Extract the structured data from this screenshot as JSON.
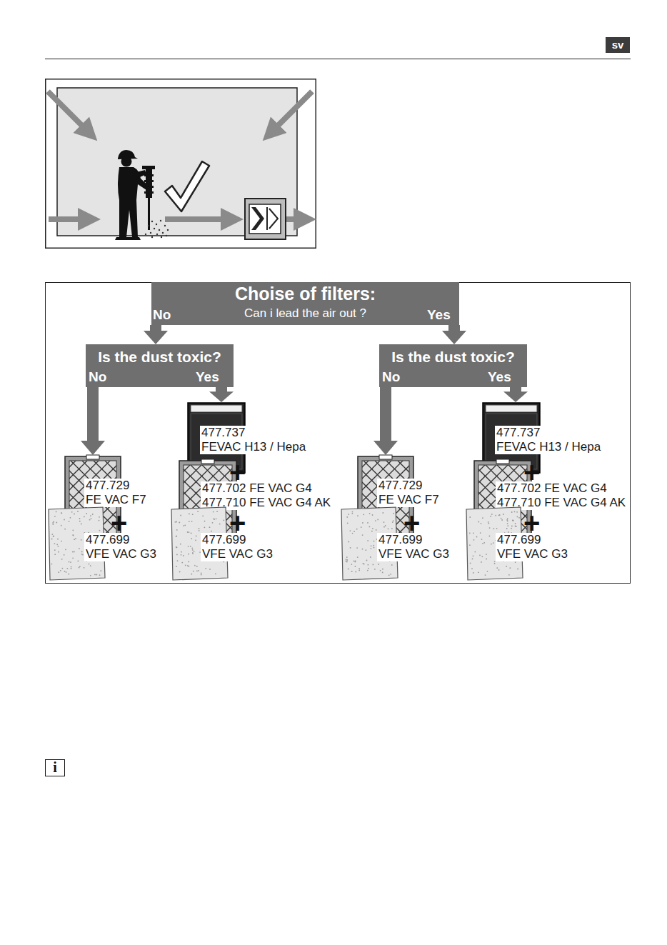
{
  "diagram": {
    "nodes": [
      {
        "text": [
          "Choise of filters:",
          "Can i lead the air out ?"
        ]
      },
      {
        "text": [
          "Is the dust toxic?"
        ]
      },
      {
        "text": [
          "Is the dust toxic?"
        ]
      },
      {
        "text": [
          "477.729",
          "FE VAC F7"
        ]
      },
      {
        "text": [
          "477.699",
          "VFE VAC G3"
        ]
      },
      {
        "text": [
          "477.737",
          "FEVAC H13 / Hepa"
        ]
      },
      {
        "text": [
          "477.702 FE VAC G4",
          "477.710 FE VAC G4 AK"
        ]
      },
      {
        "text": [
          "477.699",
          "VFE VAC G3"
        ]
      },
      {
        "text": [
          "477.729",
          "FE VAC F7"
        ]
      },
      {
        "text": [
          "477.699",
          "VFE VAC G3"
        ]
      },
      {
        "text": [
          "477.737",
          "FEVAC H13 / Hepa"
        ]
      },
      {
        "text": [
          "477.702 FE VAC G4",
          "477.710 FE VAC G4 AK"
        ]
      },
      {
        "text": [
          "477.699",
          "VFE VAC G3"
        ]
      }
    ],
    "edges": [
      {
        "from": 0,
        "to": 1,
        "label": "No",
        "arrow": "to"
      },
      {
        "from": 0,
        "to": 2,
        "label": "Yes",
        "arrow": "to"
      },
      {
        "from": 1,
        "to": 3,
        "label": "No",
        "arrow": "to"
      },
      {
        "from": 1,
        "to": 5,
        "label": "Yes",
        "arrow": "to"
      },
      {
        "from": 2,
        "to": 8,
        "label": "No",
        "arrow": "to"
      },
      {
        "from": 2,
        "to": 10,
        "label": "Yes",
        "arrow": "to"
      }
    ],
    "labels": [
      "sv",
      "+",
      "+",
      "+",
      "+",
      "+",
      "+",
      "i"
    ]
  }
}
